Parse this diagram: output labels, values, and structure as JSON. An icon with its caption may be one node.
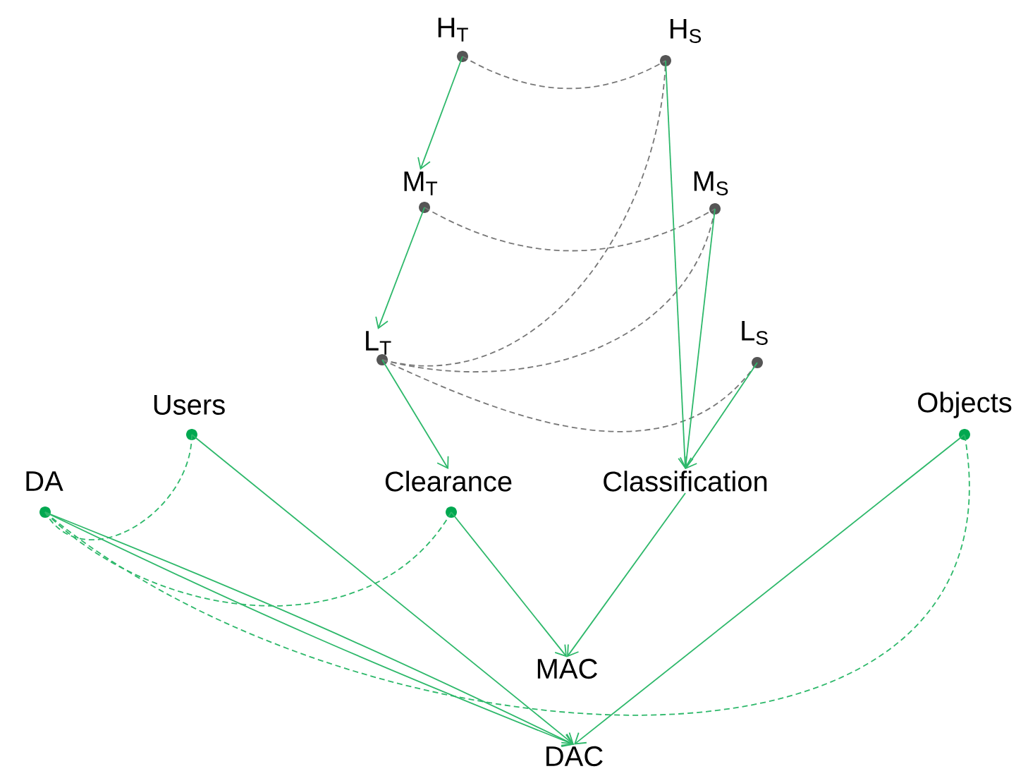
{
  "diagram": {
    "nodes": [
      {
        "text": [
          "H$_{T}$"
        ]
      },
      {
        "text": [
          "H$_{S}$"
        ]
      },
      {
        "text": [
          "M$_{T}$"
        ]
      },
      {
        "text": [
          "M$_{S}$"
        ]
      },
      {
        "text": [
          "L$_{T}$"
        ]
      },
      {
        "text": [
          "L$_{S}$"
        ]
      },
      {
        "text": [
          "Users"
        ]
      },
      {
        "text": [
          "DA"
        ]
      },
      {
        "text": [
          "Clearance"
        ]
      },
      {
        "text": [
          "Classification"
        ]
      },
      {
        "text": [
          "Objects"
        ]
      },
      {
        "text": [
          "MAC"
        ]
      },
      {
        "text": [
          "DAC"
        ]
      }
    ],
    "edges": [
      {
        "from": 0,
        "to": 1,
        "arrow": "none",
        "style": "dashed",
        "color": "#777777"
      },
      {
        "from": 2,
        "to": 3,
        "arrow": "none",
        "style": "dashed",
        "color": "#777777"
      },
      {
        "from": 4,
        "to": 1,
        "arrow": "none",
        "style": "dashed",
        "color": "#777777"
      },
      {
        "from": 4,
        "to": 3,
        "arrow": "none",
        "style": "dashed",
        "color": "#777777"
      },
      {
        "from": 4,
        "to": 5,
        "arrow": "none",
        "style": "dashed",
        "color": "#777777"
      },
      {
        "from": 0,
        "to": 2,
        "arrow": "to"
      },
      {
        "from": 2,
        "to": 4,
        "arrow": "to"
      },
      {
        "from": 4,
        "to": 8,
        "arrow": "to"
      },
      {
        "from": 1,
        "to": 9,
        "arrow": "to"
      },
      {
        "from": 3,
        "to": 9,
        "arrow": "to"
      },
      {
        "from": 5,
        "to": 9,
        "arrow": "to"
      },
      {
        "from": 8,
        "to": 11,
        "arrow": "to"
      },
      {
        "from": 9,
        "to": 11,
        "arrow": "to"
      },
      {
        "from": 6,
        "to": 12,
        "arrow": "to"
      },
      {
        "from": 7,
        "to": 12,
        "arrow": "to"
      },
      {
        "from": 7,
        "to": 12,
        "arrow": "to"
      },
      {
        "from": 10,
        "to": 12,
        "arrow": "to"
      },
      {
        "from": 6,
        "to": 7,
        "arrow": "none",
        "style": "dashed"
      },
      {
        "from": 7,
        "to": 8,
        "arrow": "none",
        "style": "dashed"
      },
      {
        "from": 7,
        "to": 10,
        "arrow": "none",
        "style": "dashed"
      }
    ]
  }
}
